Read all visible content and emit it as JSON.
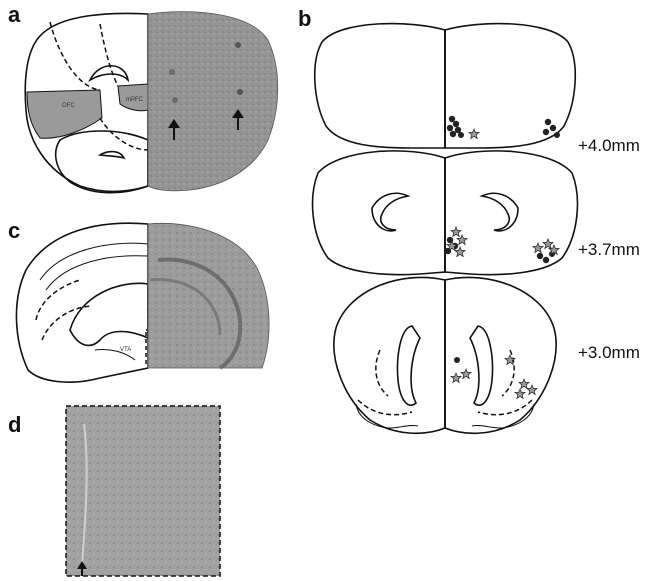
{
  "panels": {
    "a": {
      "letter": "a",
      "region_labels": [
        "OFC",
        "mPFC"
      ]
    },
    "b": {
      "letter": "b",
      "levels": [
        "+4.0mm",
        "+3.7mm",
        "+3.0mm"
      ]
    },
    "c": {
      "letter": "c",
      "region_label": "VTA"
    },
    "d": {
      "letter": "d"
    }
  },
  "colors": {
    "outline": "#111111",
    "shaded_region": "#9a9a9a",
    "tissue": "#8f8f8f",
    "marker_dot": "#222222",
    "marker_star": "#9a9a9a"
  }
}
